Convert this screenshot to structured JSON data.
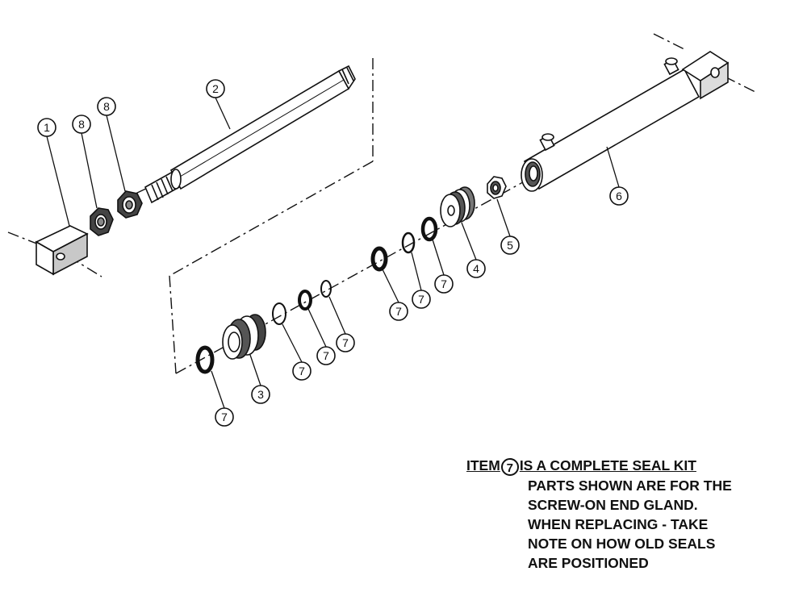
{
  "labels": {
    "item_1": "1",
    "item_2": "2",
    "item_3": "3",
    "item_4": "4",
    "item_5": "5",
    "item_6": "6",
    "item_7": "7",
    "item_8": "8"
  },
  "note": {
    "item_prefix": "ITEM",
    "item_number": "7",
    "title_suffix": "IS A COMPLETE SEAL KIT",
    "lines": [
      "PARTS SHOWN ARE FOR THE",
      "SCREW-ON END GLAND.",
      "WHEN REPLACING - TAKE",
      "NOTE ON HOW OLD SEALS",
      "ARE POSITIONED"
    ]
  }
}
